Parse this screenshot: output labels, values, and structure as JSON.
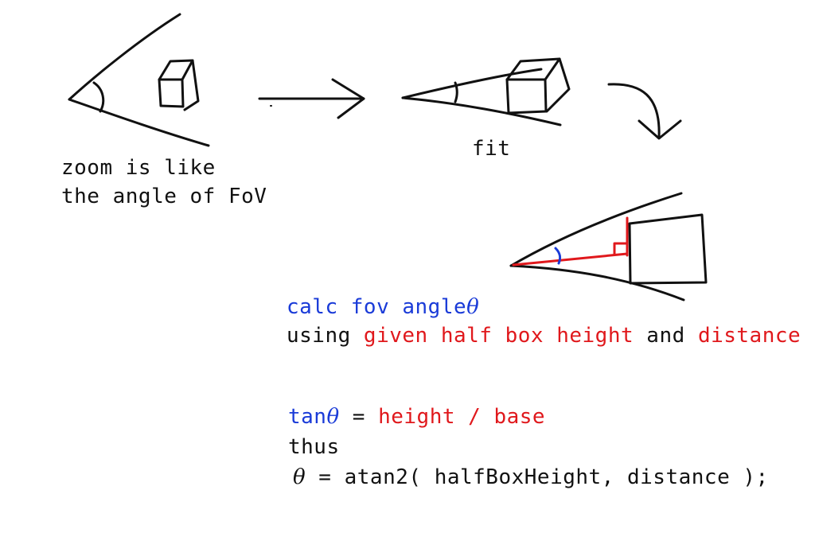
{
  "labels": {
    "zoom_line1": "zoom is like",
    "zoom_line2": "the angle of FoV",
    "fit": "fit"
  },
  "notes": {
    "calc_prefix": "calc fov angle",
    "theta": "θ",
    "using": "using ",
    "given_half": "given half box height",
    "and": " and ",
    "distance": "distance"
  },
  "formula": {
    "tan": "tan",
    "theta": "θ",
    "equals": " = ",
    "ratio": "height / base",
    "thus": "thus",
    "result_theta": "θ",
    "result_expr": " = atan2( halfBoxHeight, distance );"
  },
  "colors": {
    "ink": "#111111",
    "blue": "#1a3bd8",
    "red": "#e0181c"
  }
}
